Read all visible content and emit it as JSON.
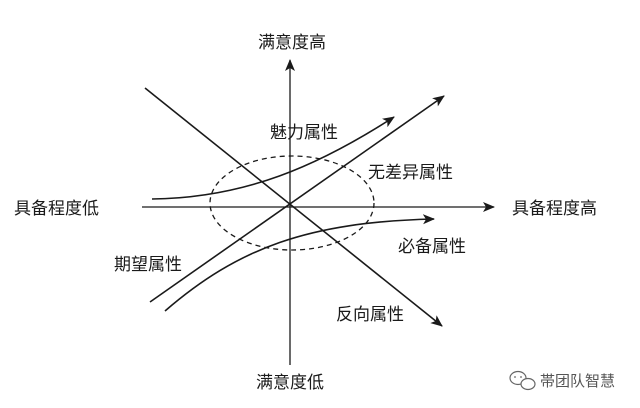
{
  "diagram": {
    "axes": {
      "y_top": "满意度高",
      "y_bottom": "满意度低",
      "x_left": "具备程度低",
      "x_right": "具备程度高"
    },
    "curves": {
      "attractive": "魅力属性",
      "indifferent": "无差异属性",
      "must_be": "必备属性",
      "one_dimensional": "期望属性",
      "reverse": "反向属性"
    },
    "line_color": "#1a1a1a",
    "ellipse_style": "dashed"
  },
  "watermark": {
    "icon": "wechat-icon",
    "text": "帯团队智慧"
  }
}
